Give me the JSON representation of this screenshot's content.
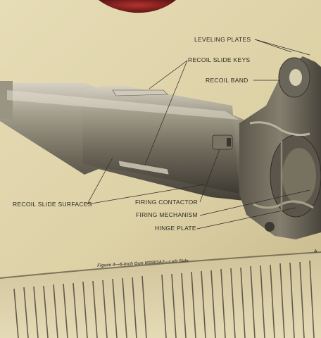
{
  "figure": {
    "labels": {
      "leveling_plates": "LEVELING PLATES",
      "recoil_slide_keys": "RECOIL SLIDE KEYS",
      "recoil_band": "RECOIL BAND",
      "recoil_slide_surfaces": "RECOIL SLIDE SURFACES",
      "firing_contactor": "FIRING CONTACTOR",
      "firing_mechanism": "FIRING MECHANISM",
      "hinge_plate": "HINGE PLATE"
    },
    "caption": "Figure 4—6-inch Gun M1903A2—Left Side",
    "corner_mark": "A"
  },
  "colors": {
    "paper": "#e3d9b3",
    "metal_mid": "#8d8676",
    "metal_dark": "#4e4a40",
    "text": "#2c2a24",
    "background": "#2a211b"
  }
}
